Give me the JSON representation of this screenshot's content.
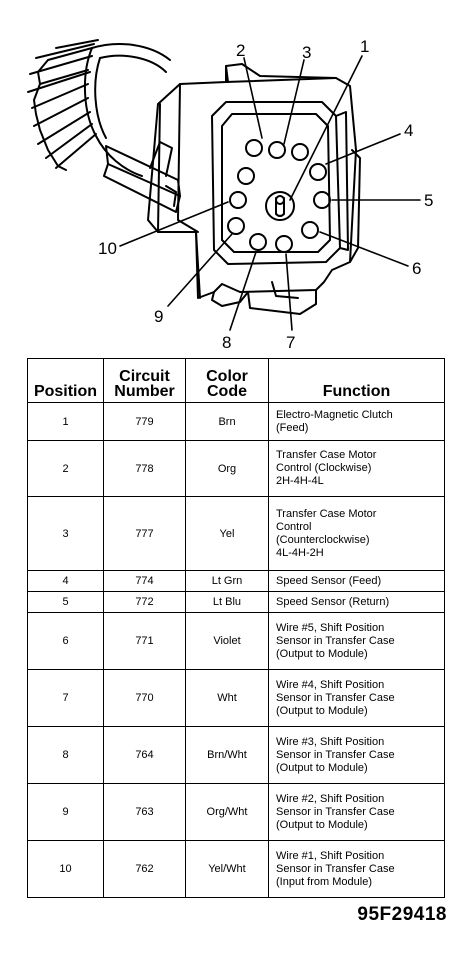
{
  "callouts": {
    "p1": "1",
    "p2": "2",
    "p3": "3",
    "p4": "4",
    "p5": "5",
    "p6": "6",
    "p7": "7",
    "p8": "8",
    "p9": "9",
    "p10": "10"
  },
  "table": {
    "headers": {
      "position": "Position",
      "circuit_line1": "Circuit",
      "circuit_line2": "Number",
      "color_line1": "Color",
      "color_line2": "Code",
      "function": "Function"
    },
    "rows": [
      {
        "position": "1",
        "circuit": "779",
        "color": "Brn",
        "function": [
          "Electro-Magnetic Clutch",
          "(Feed)"
        ]
      },
      {
        "position": "2",
        "circuit": "778",
        "color": "Org",
        "function": [
          "Transfer Case Motor",
          "Control (Clockwise)",
          "2H-4H-4L"
        ]
      },
      {
        "position": "3",
        "circuit": "777",
        "color": "Yel",
        "function": [
          "Transfer Case Motor",
          "Control",
          "(Counterclockwise)",
          "4L-4H-2H"
        ]
      },
      {
        "position": "4",
        "circuit": "774",
        "color": "Lt Grn",
        "function": [
          "Speed Sensor (Feed)"
        ]
      },
      {
        "position": "5",
        "circuit": "772",
        "color": "Lt Blu",
        "function": [
          "Speed Sensor (Return)"
        ]
      },
      {
        "position": "6",
        "circuit": "771",
        "color": "Violet",
        "function": [
          "Wire #5, Shift Position",
          "Sensor in Transfer Case",
          "(Output to Module)"
        ]
      },
      {
        "position": "7",
        "circuit": "770",
        "color": "Wht",
        "function": [
          "Wire #4, Shift Position",
          "Sensor in Transfer Case",
          "(Output to Module)"
        ]
      },
      {
        "position": "8",
        "circuit": "764",
        "color": "Brn/Wht",
        "function": [
          "Wire #3, Shift Position",
          "Sensor in Transfer Case",
          "(Output to Module)"
        ]
      },
      {
        "position": "9",
        "circuit": "763",
        "color": "Org/Wht",
        "function": [
          "Wire #2, Shift Position",
          "Sensor in Transfer Case",
          "(Output to Module)"
        ]
      },
      {
        "position": "10",
        "circuit": "762",
        "color": "Yel/Wht",
        "function": [
          "Wire #1, Shift Position",
          "Sensor in Transfer Case",
          "(Input from Module)"
        ]
      }
    ]
  },
  "part_number": "95F29418"
}
